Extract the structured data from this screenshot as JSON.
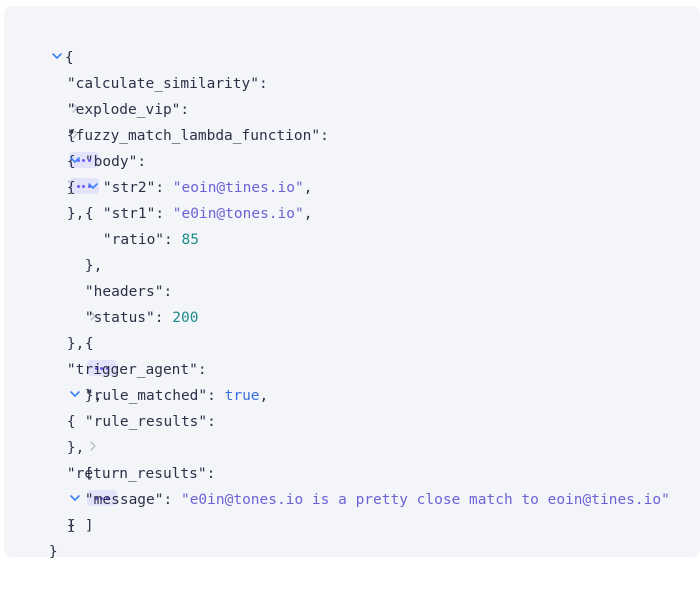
{
  "colors": {
    "string": "#6c63d6",
    "number": "#1f8a89",
    "boolean": "#3a6fe0",
    "chevron_open": "#3b82f6",
    "chevron_closed": "#b8bcc8",
    "ellipsis_bg": "#e3e2fb",
    "panel_bg": "#f3f5f9"
  },
  "icons": {
    "expanded": "chevron-down-icon",
    "collapsed": "chevron-right-icon",
    "collapsed_content": "ellipsis-icon"
  },
  "json": {
    "open_root": "{",
    "calculate_similarity": {
      "key": "\"calculate_similarity\"",
      "sep": ": ",
      "open": "{",
      "close": "},",
      "state": "collapsed"
    },
    "explode_vip": {
      "key": "\"explode_vip\"",
      "sep": ": ",
      "open": "{",
      "close": "},",
      "state": "collapsed"
    },
    "fuzzy_match_lambda_function": {
      "key": "\"fuzzy_match_lambda_function\"",
      "sep": ": ",
      "open": "{",
      "close": "},",
      "state": "expanded",
      "body": {
        "key": "\"body\"",
        "sep": ": ",
        "open": "{",
        "close": "},",
        "state": "expanded",
        "str2": {
          "key": "\"str2\"",
          "sep": ": ",
          "value": "\"eoin@tines.io\"",
          "comma": ","
        },
        "str1": {
          "key": "\"str1\"",
          "sep": ": ",
          "value": "\"e0in@tones.io\"",
          "comma": ","
        },
        "ratio": {
          "key": "\"ratio\"",
          "sep": ": ",
          "value": "85"
        }
      },
      "headers": {
        "key": "\"headers\"",
        "sep": ": ",
        "open": "{",
        "close": "},",
        "state": "collapsed"
      },
      "status": {
        "key": "\"status\"",
        "sep": ": ",
        "value": "200"
      }
    },
    "trigger_agent": {
      "key": "\"trigger_agent\"",
      "sep": ": ",
      "open": "{",
      "close": "},",
      "state": "expanded",
      "rule_matched": {
        "key": "\"rule_matched\"",
        "sep": ": ",
        "value": "true",
        "comma": ","
      },
      "rule_results": {
        "key": "\"rule_results\"",
        "sep": ": ",
        "open": "[",
        "close": "]",
        "state": "collapsed"
      }
    },
    "return_results": {
      "key": "\"return_results\"",
      "sep": ": ",
      "open": "{",
      "close": "}",
      "state": "expanded",
      "message": {
        "key": "\"message\"",
        "sep": ": ",
        "value": "\"e0in@tones.io is a pretty close match to eoin@tines.io\""
      }
    },
    "close_root": "}"
  }
}
